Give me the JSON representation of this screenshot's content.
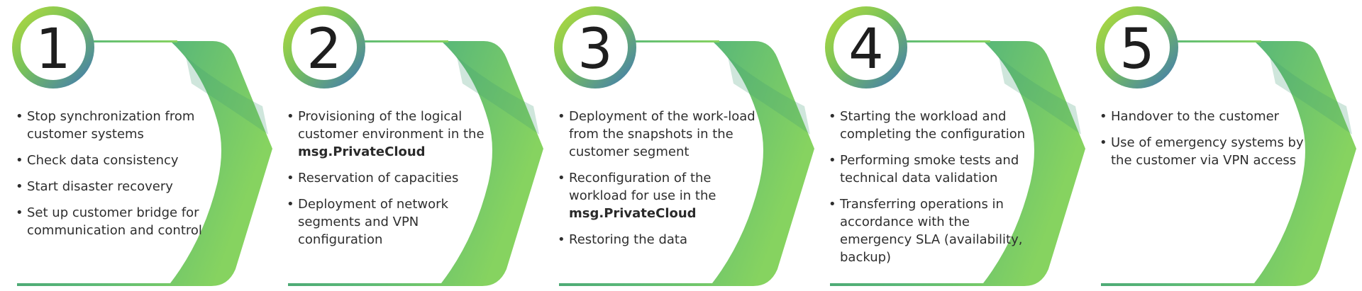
{
  "colors": {
    "band_dark": "#3f9a72",
    "band_mid": "#5ab878",
    "band_light": "#86d360",
    "ring_green": "#b8dc3c",
    "ring_blue": "#3e74b8",
    "text": "#2e2e2e"
  },
  "steps": [
    {
      "number": "1",
      "items": [
        [
          {
            "t": "Stop synchronization from customer systems"
          }
        ],
        [
          {
            "t": "Check data consistency"
          }
        ],
        [
          {
            "t": "Start disaster recovery"
          }
        ],
        [
          {
            "t": "Set up customer bridge for communication and control"
          }
        ]
      ]
    },
    {
      "number": "2",
      "items": [
        [
          {
            "t": "Provisioning of the logical customer environment in the "
          },
          {
            "t": "msg.PrivateCloud",
            "b": true
          }
        ],
        [
          {
            "t": "Reservation of capacities"
          }
        ],
        [
          {
            "t": "Deployment of network segments and VPN configuration"
          }
        ]
      ]
    },
    {
      "number": "3",
      "items": [
        [
          {
            "t": "Deployment of the work-load from the snapshots in the customer segment"
          }
        ],
        [
          {
            "t": "Reconfiguration of the workload for use in the "
          },
          {
            "t": "msg.PrivateCloud",
            "b": true
          }
        ],
        [
          {
            "t": "Restoring the data"
          }
        ]
      ]
    },
    {
      "number": "4",
      "items": [
        [
          {
            "t": "Starting the workload and completing the configuration"
          }
        ],
        [
          {
            "t": "Performing smoke tests and technical data validation"
          }
        ],
        [
          {
            "t": "Transferring operations in accordance with the emergency SLA (availability, backup)"
          }
        ]
      ]
    },
    {
      "number": "5",
      "items": [
        [
          {
            "t": "Handover to the customer"
          }
        ],
        [
          {
            "t": "Use of emergency systems by the customer via VPN access"
          }
        ]
      ]
    }
  ]
}
